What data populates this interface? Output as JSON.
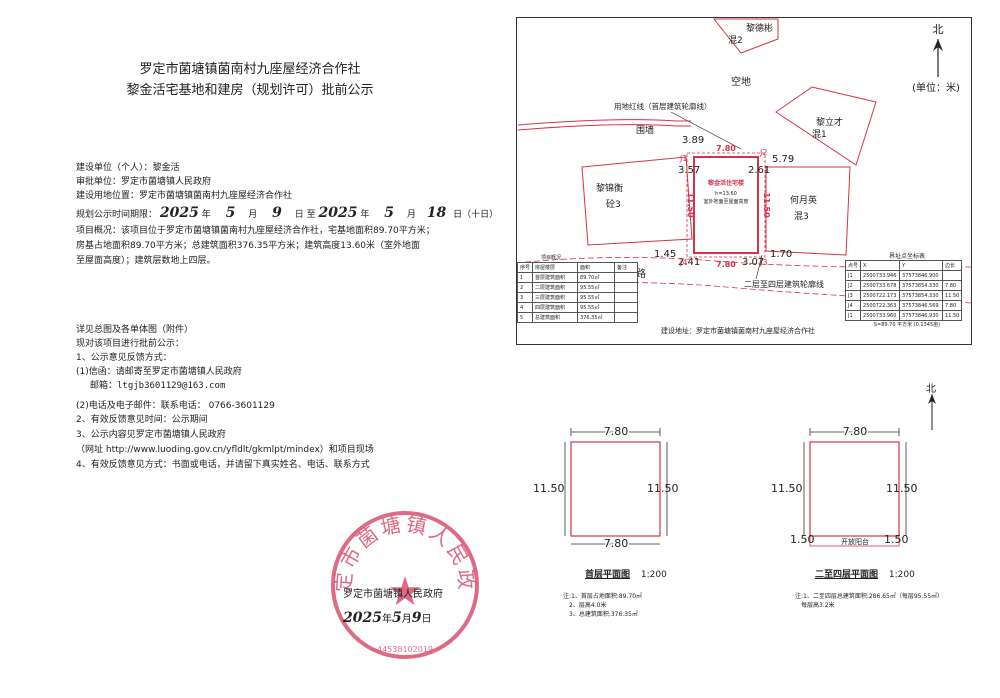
{
  "title": {
    "line1": "罗定市菌塘镇菌南村九座屋经济合作社",
    "line2": "黎金活宅基地和建房（规划许可）批前公示"
  },
  "info": {
    "unit": "建设单位（个人）：黎金活",
    "approver": "审批单位：罗定市菌塘镇人民政府",
    "address": "建设用地位置：罗定市菌塘镇菌南村九座屋经济合作社",
    "period_prefix": "规划公示时间期限：",
    "start_year": "2025",
    "start_month": "5",
    "start_day": "9",
    "to": "至",
    "end_year": "2025",
    "end_month": "5",
    "end_day": "18",
    "days_note": "（十日）",
    "year": "年",
    "month": "月",
    "day": "日",
    "desc1": "项目概况：该项目位于罗定市菌塘镇菌南村九座屋经济合作社，宅基地面积89.70平方米；",
    "desc2": "房基占地面积89.70平方米；总建筑面积376.35平方米；建筑高度13.60米（室外地面",
    "desc3": "至屋面高度）；建筑层数地上四层。"
  },
  "notice": {
    "l1": "详见总图及各单体图（附件）",
    "l2": "现对该项目进行批前公示：",
    "l3": "1、公示意见反馈方式：",
    "l4": "(1)信函：请邮寄至罗定市菌塘镇人民政府",
    "l5": "邮箱：ltgjb3601129@163.com",
    "l6": "(2)电话及电子邮件：联系电话： 0766-3601129",
    "l7": "2、有效反馈意见时间：公示期间",
    "l8": "3、公示内容见罗定市菌塘镇人民政府",
    "l9": "（网址 http://www.luoding.gov.cn/yfldlt/gkmlpt/mindex）和项目现场",
    "l10": "4、有效反馈意见方式：书面或电话，并请留下真实姓名、电话、联系方式"
  },
  "stamp": {
    "ring_text": "罗定市菌塘镇人民政府",
    "star": "★",
    "signer": "罗定市菌塘镇人民政府",
    "sign_year": "2025",
    "sign_month": "5",
    "sign_day": "9",
    "year": "年",
    "month": "月",
    "day": "日",
    "code": "44538102019"
  },
  "site_plan": {
    "north": "北",
    "unit_label": "(单位：米)",
    "neighbor_top": "黎德彬",
    "neighbor_top_type": "混2",
    "open_space": "空地",
    "boundary_line": "用地红线（首层建筑轮廓线）",
    "wall": "围墙",
    "right_neighbor": "黎立才",
    "right_neighbor_type": "混1",
    "left_neighbor": "黎锦衡",
    "left_neighbor_type": "砼3",
    "east_neighbor": "何月英",
    "east_neighbor_type": "混3",
    "building_name": "黎金活住宅楼",
    "building_level": "h=13.60",
    "building_note": "室外地面至屋面高度",
    "road": "公路",
    "upper_outline": "二层至四层建筑轮廓线",
    "dims": {
      "top": "7.80",
      "bottom": "7.80",
      "left": "11.50",
      "right": "11.50",
      "d389": "3.89",
      "d357": "3.57",
      "d261": "2.61",
      "d579": "5.79",
      "d145": "1.45",
      "d241": "2.41",
      "d307": "3.07",
      "d170": "1.70"
    },
    "points": {
      "j1": "J1",
      "j2": "J2",
      "j3": "J3",
      "j4": "J4"
    },
    "location_note": "建设地址：罗定市菌塘镇菌南村九座屋经济合作社",
    "area_table": {
      "title": "项目概况",
      "headers": [
        "序号",
        "房屋楼层",
        "面积",
        "备注"
      ],
      "rows": [
        [
          "1",
          "首层建筑面积",
          "89.70㎡",
          ""
        ],
        [
          "2",
          "二层建筑面积",
          "95.55㎡",
          ""
        ],
        [
          "3",
          "三层建筑面积",
          "95.55㎡",
          ""
        ],
        [
          "4",
          "四层建筑面积",
          "95.55㎡",
          ""
        ],
        [
          "5",
          "总建筑面积",
          "376.35㎡",
          ""
        ]
      ]
    },
    "coord_table": {
      "title": "界址点坐标表",
      "headers": [
        "点号",
        "X",
        "Y",
        "边长"
      ],
      "rows": [
        [
          "J1",
          "2500733.946",
          "37573846.900",
          ""
        ],
        [
          "J2",
          "2500733.678",
          "37573854.330",
          "7.80"
        ],
        [
          "J3",
          "2500722.173",
          "37573854.330",
          "11.50"
        ],
        [
          "J4",
          "2500722.363",
          "37573846.569",
          "7.80"
        ],
        [
          "J1",
          "2500733.960",
          "37573846.930",
          "11.50"
        ]
      ],
      "footer": "S=89.70 平方米 (0.1345亩)"
    }
  },
  "floor1": {
    "north": "北",
    "top": "7.80",
    "bottom": "7.80",
    "left": "11.50",
    "right": "11.50",
    "title": "首层平面图",
    "scale": "1:200",
    "note1": "注:1、首层占地面积:89.70㎡",
    "note2": "2、层高4.0米",
    "note3": "3、总建筑面积:376.35㎡"
  },
  "floor2": {
    "top": "7.80",
    "left": "11.50",
    "right": "11.50",
    "left_ext": "1.50",
    "right_ext": "1.50",
    "balcony": "开放阳台",
    "title": "二至四层平面图",
    "scale": "1:200",
    "note1": "注:1、二至四层总建筑面积:286.65㎡（每层95.55㎡）",
    "note2": "每层高3.2米"
  },
  "colors": {
    "red": "#d6334a",
    "stamp": "#d8506e",
    "line": "#333333"
  }
}
